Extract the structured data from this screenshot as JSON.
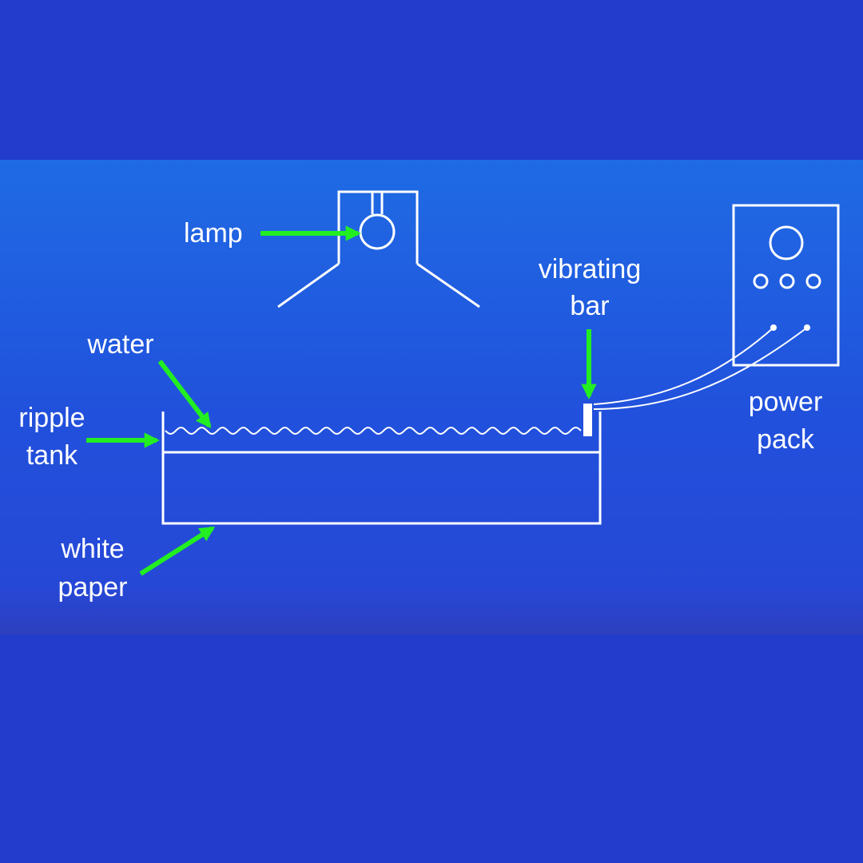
{
  "labels": {
    "lamp": "lamp",
    "vibrating_bar_line1": "vibrating",
    "vibrating_bar_line2": "bar",
    "water": "water",
    "ripple_tank_line1": "ripple",
    "ripple_tank_line2": "tank",
    "white_paper_line1": "white",
    "white_paper_line2": "paper",
    "power_pack_line1": "power",
    "power_pack_line2": "pack"
  },
  "colors": {
    "background": "#233ccb",
    "panel_top": "#1f6be4",
    "panel_bottom": "#2d3fbf",
    "line": "#ffffff",
    "arrow": "#22ee22"
  }
}
